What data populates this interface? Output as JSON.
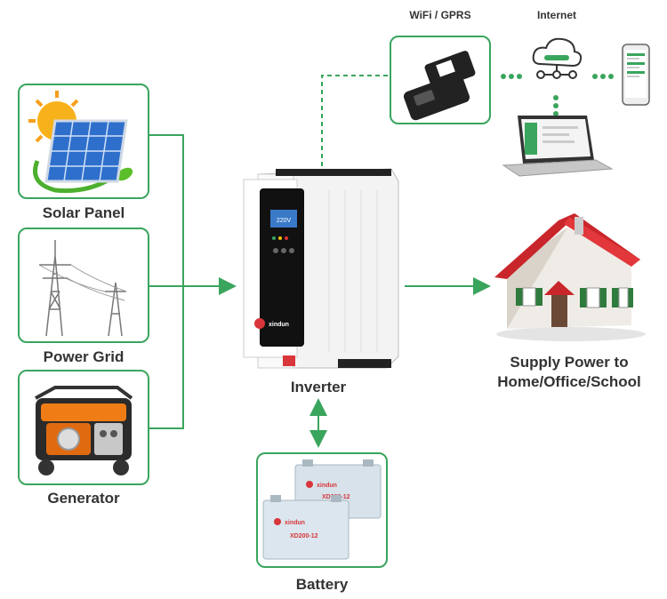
{
  "sources": {
    "solar": {
      "label": "Solar Panel",
      "icon": "solar-panel-icon"
    },
    "grid": {
      "label": "Power Grid",
      "icon": "power-pylon-icon"
    },
    "generator": {
      "label": "Generator",
      "icon": "generator-icon"
    }
  },
  "inverter": {
    "label": "Inverter",
    "brand": "xindun",
    "screen_value": "220V",
    "icon": "inverter-icon"
  },
  "battery": {
    "label": "Battery",
    "brand": "xindun",
    "model": "XD200-12",
    "icon": "battery-icon"
  },
  "output": {
    "line1": "Supply Power to",
    "line2": "Home/Office/School",
    "icon": "house-icon"
  },
  "monitoring": {
    "wifi_label": "WiFi / GPRS",
    "internet_label": "Internet",
    "icons": [
      "wifi-dongle-icon",
      "cloud-icon",
      "smartphone-icon",
      "laptop-icon"
    ]
  },
  "colors": {
    "accent": "#3aa55d",
    "roof": "#d8363a",
    "text": "#333333"
  }
}
